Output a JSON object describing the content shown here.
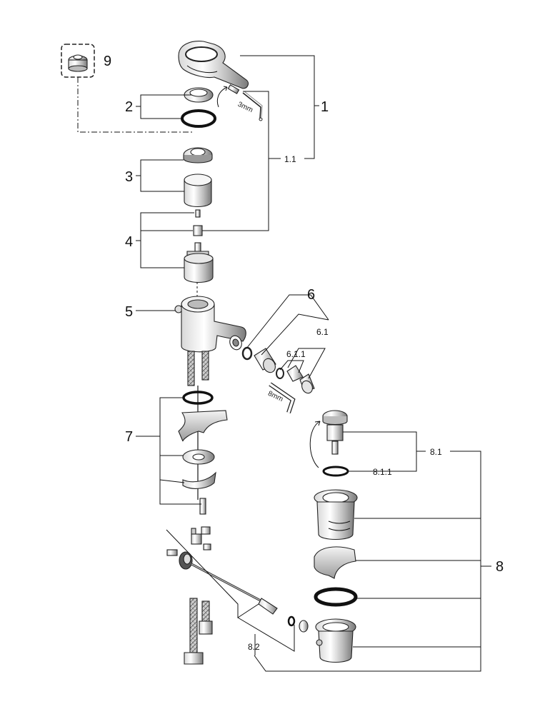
{
  "labels": {
    "l1": "1",
    "l1_1": "1.1",
    "l2": "2",
    "l3": "3",
    "l4": "4",
    "l5": "5",
    "l6": "6",
    "l6_1": "6.1",
    "l6_1_1": "6.1.1",
    "l7": "7",
    "l8": "8",
    "l8_1": "8.1",
    "l8_1_1": "8.1.1",
    "l8_2": "8.2",
    "l9": "9"
  },
  "tools": {
    "hex_3mm": "3mm",
    "hex_8mm": "8mm"
  }
}
